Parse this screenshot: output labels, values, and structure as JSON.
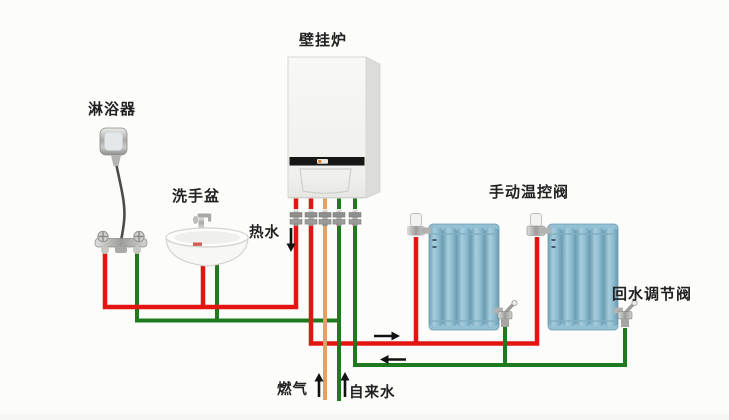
{
  "diagram": {
    "labels": {
      "boiler": "壁挂炉",
      "shower": "淋浴器",
      "basin": "洗手盆",
      "hot_water": "热水",
      "manual_temp_valve": "手动温控阀",
      "return_valve": "回水调节阀",
      "gas": "燃气",
      "tap_water": "自来水"
    },
    "flows": {
      "hot_water_direction": "down",
      "heating_supply_direction": "right",
      "heating_return_direction": "left",
      "gas_direction": "up",
      "tap_water_direction": "up"
    },
    "colors": {
      "hot_pipe": "#e21511",
      "cold_pipe": "#1e7a1e",
      "gas_pipe": "#dda26c",
      "radiator_fill": "#93c0d3",
      "radiator_edge": "#6fa2b8",
      "arrow": "#121212",
      "background": "#fcfcfa",
      "boiler_face": "#f5f5f3",
      "boiler_side": "#dcdcd8",
      "boiler_stripe": "#161616"
    }
  }
}
